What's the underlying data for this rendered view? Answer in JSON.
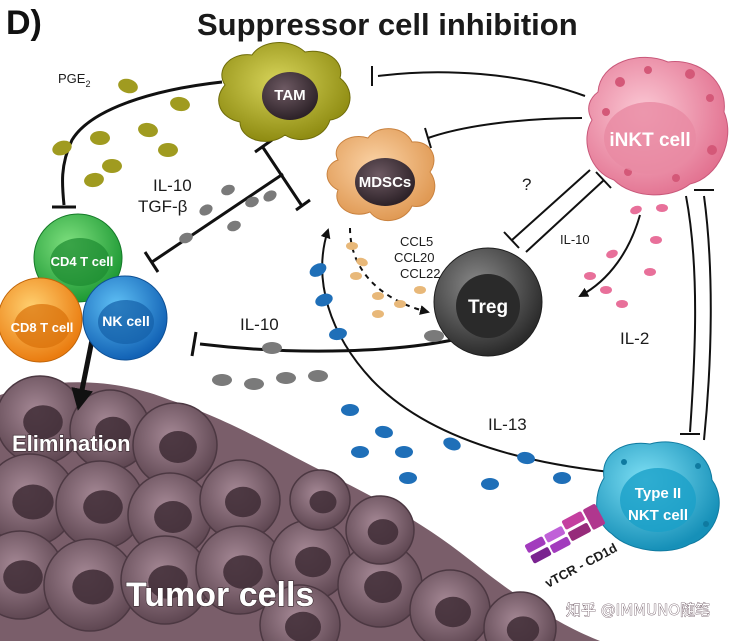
{
  "panel": {
    "letter": "D)",
    "title": "Suppressor cell inhibition"
  },
  "cells": {
    "tam": "TAM",
    "mdscs": "MDSCs",
    "inkt": "iNKT cell",
    "treg": "Treg",
    "cd4": "CD4 T cell",
    "cd8": "CD8 T cell",
    "nk": "NK cell",
    "type2_line1": "Type II",
    "type2_line2": "NKT cell"
  },
  "labels": {
    "pge2_base": "PGE",
    "pge2_sub": "2",
    "il10_tgfb_line1": "IL-10",
    "il10_tgfb_line2": "TGF-β",
    "question": "?",
    "il10_small": "IL-10",
    "ccl5": "CCL5",
    "ccl20": "CCL20",
    "ccl22": "CCL22",
    "il10_treg": "IL-10",
    "il2": "IL-2",
    "il13": "IL-13",
    "receptor": "vTCR - CD1d",
    "elimination": "Elimination",
    "tumor": "Tumor cells"
  },
  "watermark": "知乎 @IMMUNO随笔",
  "colors": {
    "tam": "#a9a824",
    "mdscs": "#f2b57a",
    "inkt": "#f29bb0",
    "treg": "#555555",
    "cd4": "#3cb84a",
    "cd8": "#f39b1e",
    "nk": "#1e88d0",
    "type2": "#2eb3d6",
    "tumor": "#8a6d78",
    "il13_dot": "#1f6fb8",
    "il10_dot": "#7a7a7a",
    "chemokine_dot": "#e8b879",
    "il2_dot": "#e8709a",
    "receptor": "#8d2fa5"
  }
}
